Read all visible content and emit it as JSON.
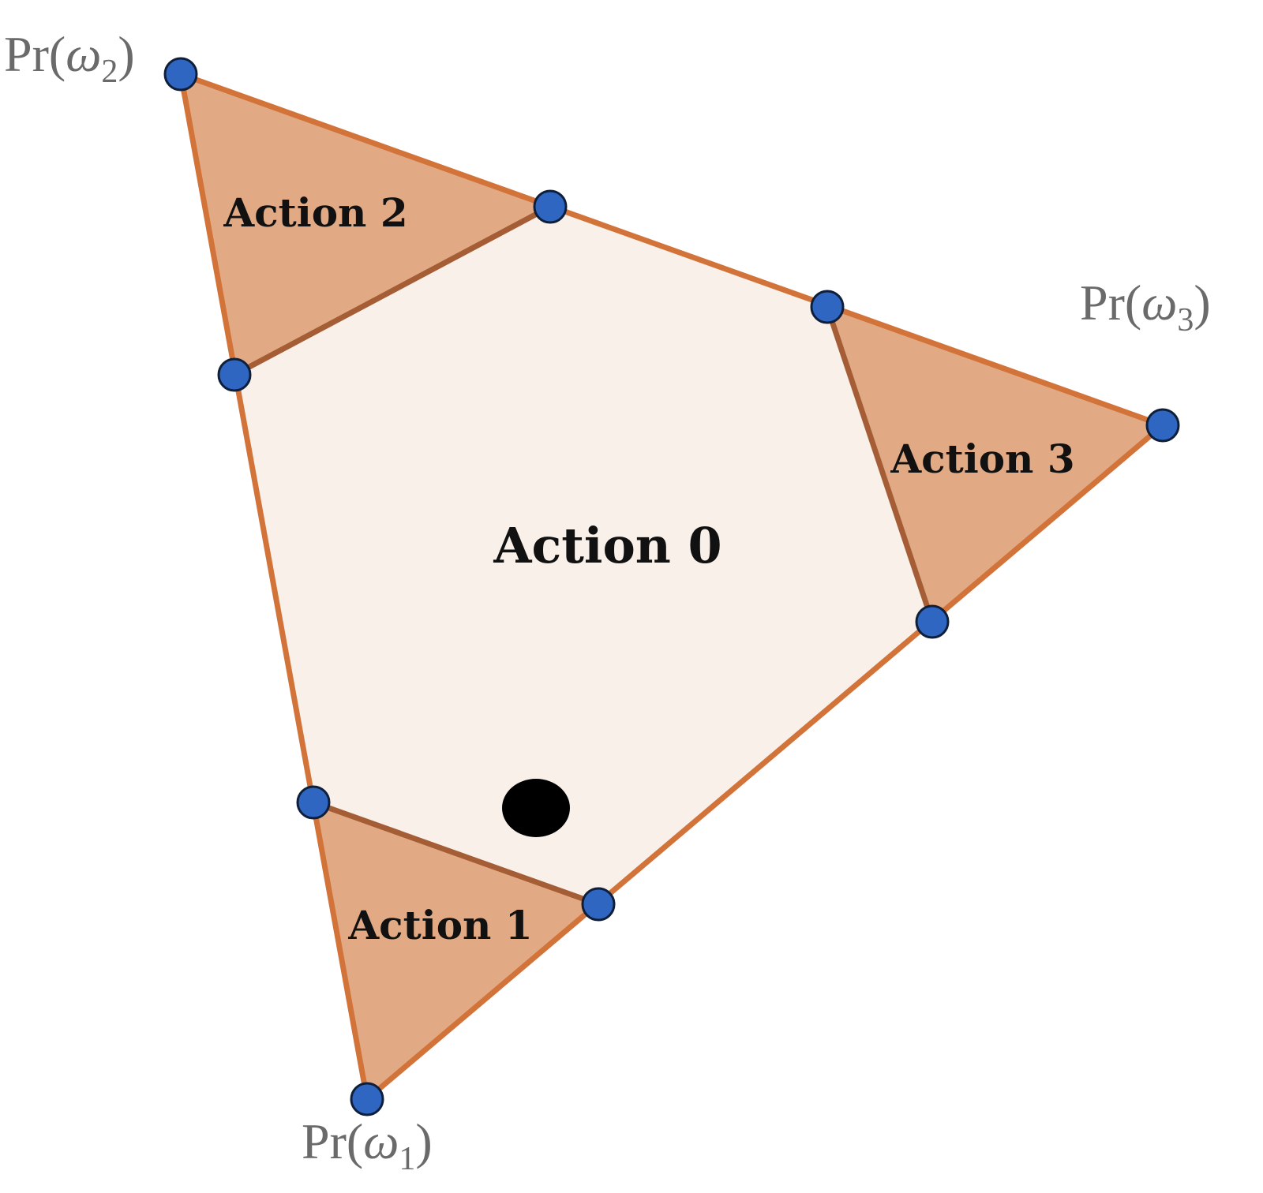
{
  "diagram": {
    "vertex_labels": {
      "omega1": {
        "prefix": "Pr(",
        "symbol": "ω",
        "subscript": "1",
        "suffix": ")"
      },
      "omega2": {
        "prefix": "Pr(",
        "symbol": "ω",
        "subscript": "2",
        "suffix": ")"
      },
      "omega3": {
        "prefix": "Pr(",
        "symbol": "ω",
        "subscript": "3",
        "suffix": ")"
      }
    },
    "regions": {
      "action0": "Action 0",
      "action1": "Action 1",
      "action2": "Action 2",
      "action3": "Action 3"
    },
    "colors": {
      "outline": "#d2733a",
      "corner_fill": "#e2aa84",
      "center_fill": "#f9f0ea",
      "divider": "#a45d34",
      "point_fill": "#2f66c1",
      "point_stroke": "#0f1f3a",
      "marker": "#000000",
      "label_gray": "#6a6a6a"
    }
  }
}
